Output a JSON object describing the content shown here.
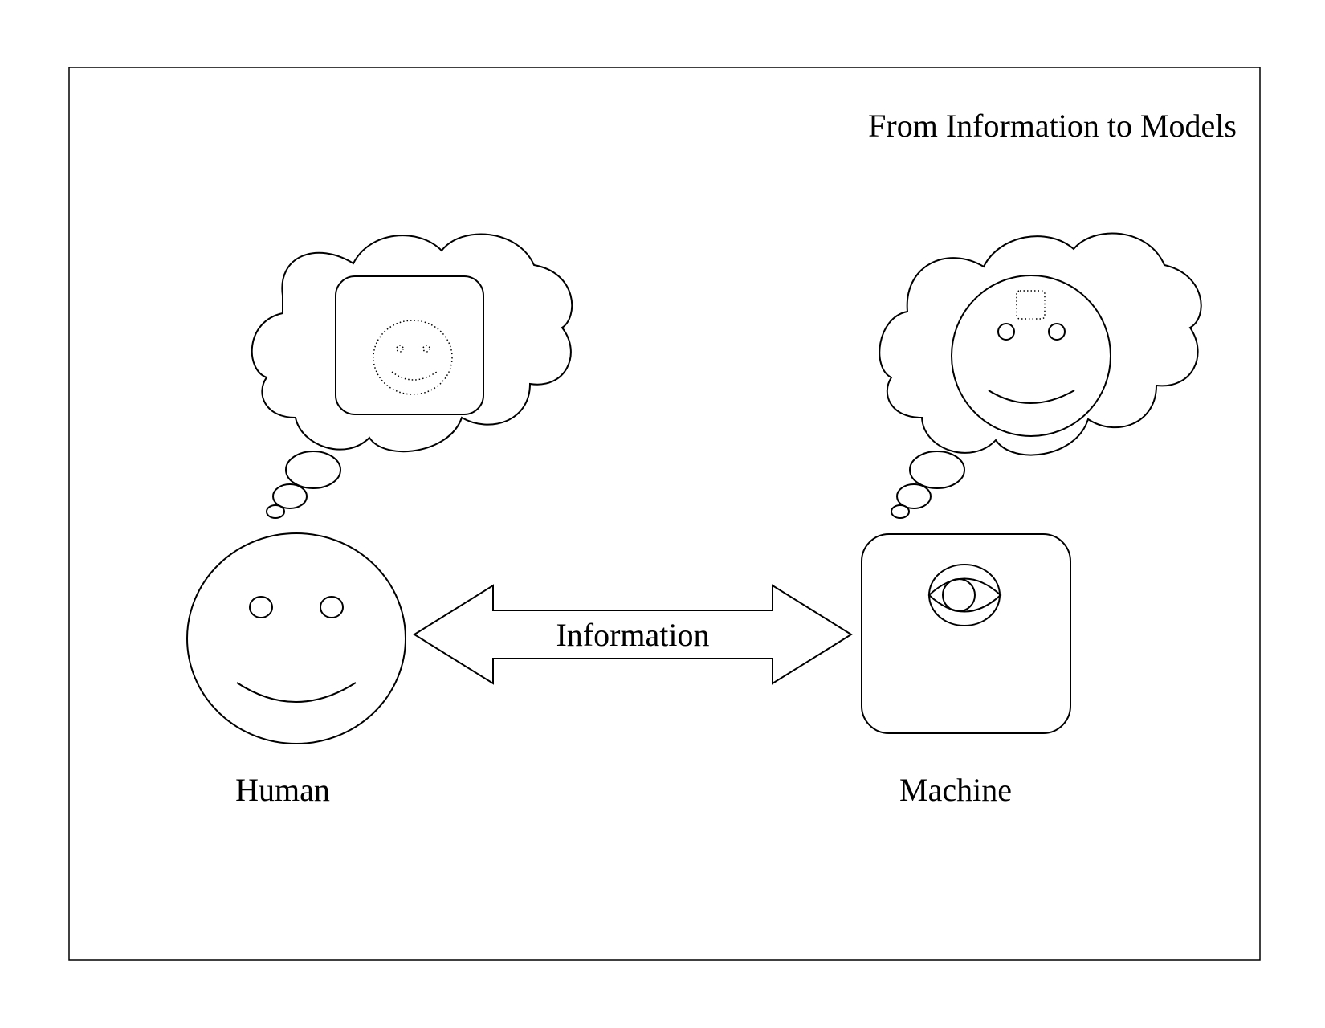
{
  "title": "From Information to Models",
  "arrow_label": "Information",
  "human_label": "Human",
  "machine_label": "Machine",
  "colors": {
    "stroke": "#000000",
    "background": "#ffffff"
  },
  "icons": {
    "human": "smiley-face",
    "machine": "rounded-square-with-eye",
    "human_thought": "thought-cloud-with-framed-dotted-smiley",
    "machine_thought": "thought-cloud-with-smiley-with-dotted-square"
  }
}
